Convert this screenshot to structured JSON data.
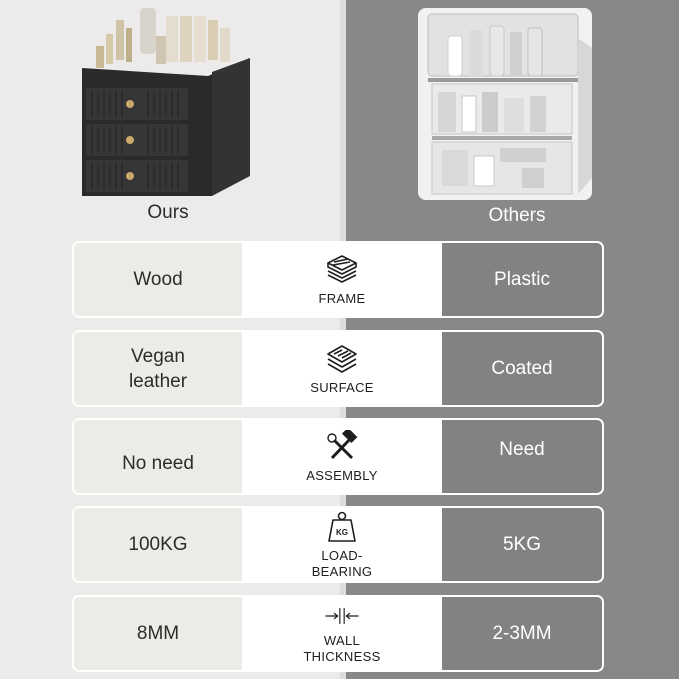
{
  "colors": {
    "left_bg": "#ecebe9",
    "right_bg": "#888888",
    "cell_right_bg": "#828282",
    "cell_mid_bg": "#ffffff"
  },
  "header": {
    "ours_caption": "Ours",
    "others_caption": "Others"
  },
  "rows": [
    {
      "ours": "Wood",
      "feature": "FRAME",
      "others": "Plastic",
      "icon": "stacked-boards-icon"
    },
    {
      "ours": "Vegan\nleather",
      "feature": "SURFACE",
      "others": "Coated",
      "icon": "layers-icon"
    },
    {
      "ours": "No need",
      "feature": "ASSEMBLY",
      "others": "Need",
      "icon": "tools-icon"
    },
    {
      "ours": "100KG",
      "feature": "LOAD-\nBEARING",
      "others": "5KG",
      "icon": "kg-weight-icon",
      "icon_text": "KG"
    },
    {
      "ours": "8MM",
      "feature": "WALL\nTHICKNESS",
      "others": "2-3MM",
      "icon": "thickness-arrows-icon"
    }
  ]
}
